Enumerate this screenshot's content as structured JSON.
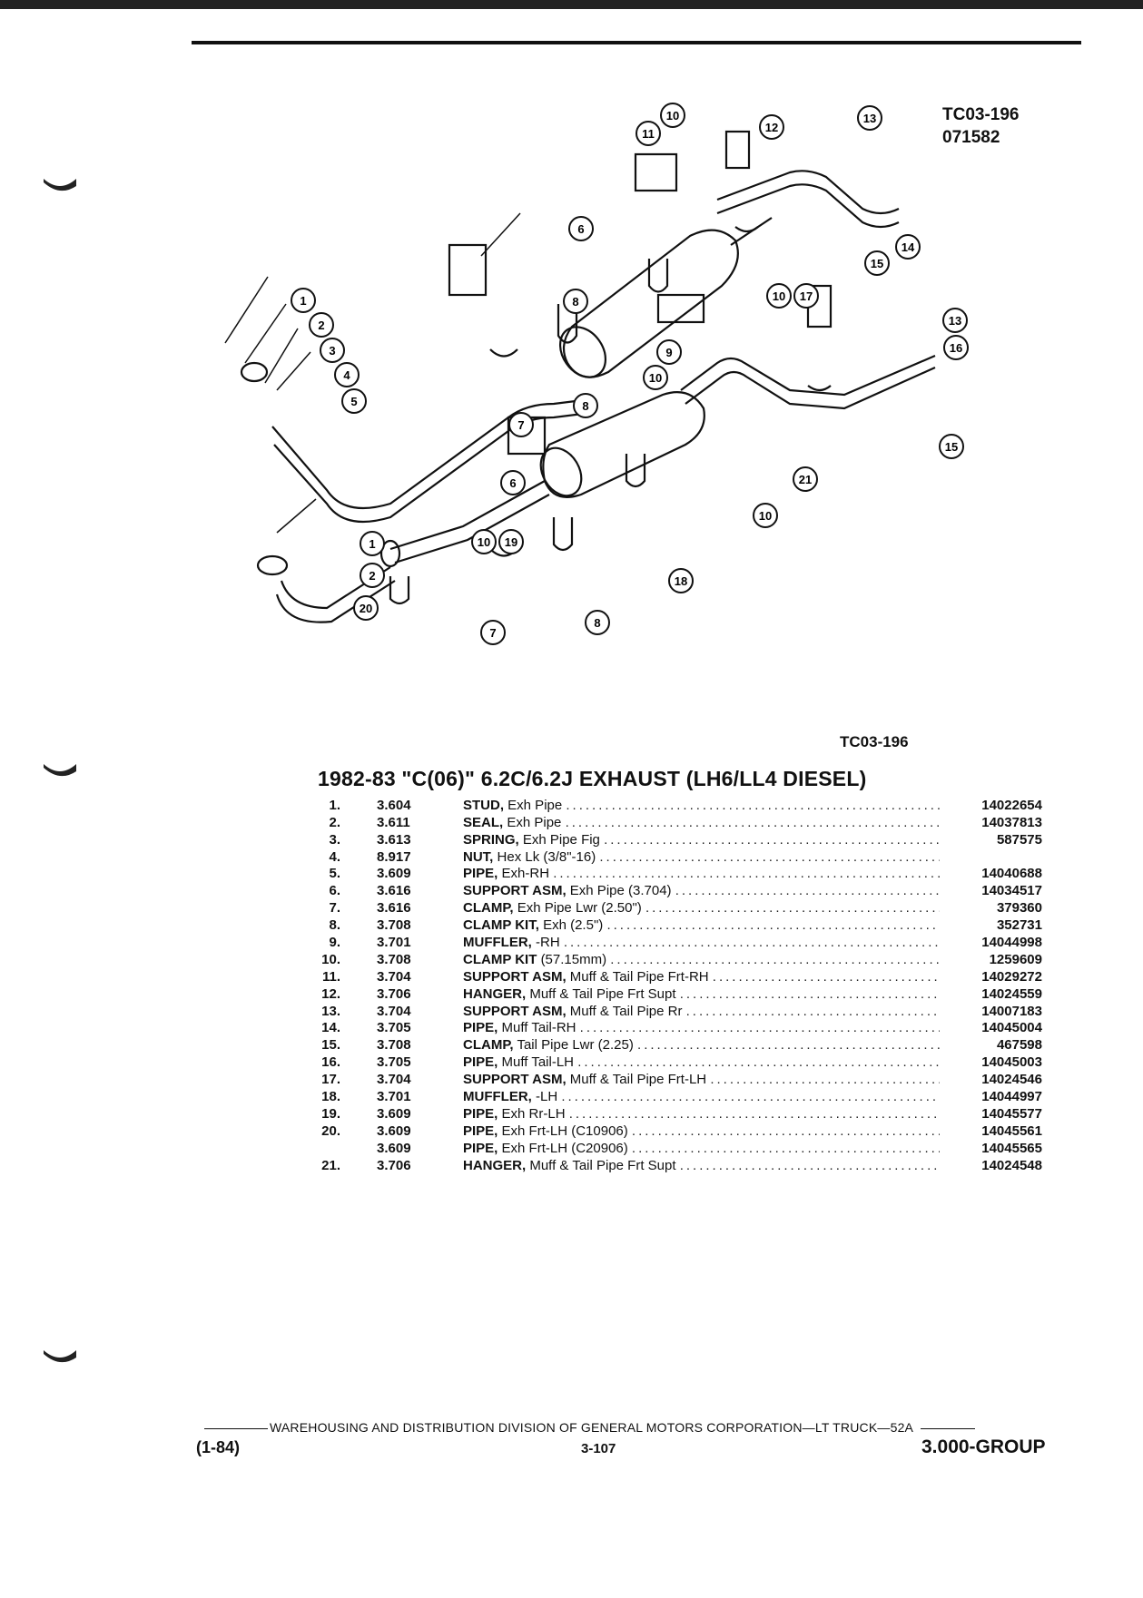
{
  "reference": {
    "code": "TC03-196",
    "date": "071582"
  },
  "diagram": {
    "caption": "TC03-196",
    "callouts": [
      "1",
      "2",
      "3",
      "4",
      "5",
      "6",
      "7",
      "8",
      "9",
      "10",
      "11",
      "12",
      "13",
      "14",
      "15",
      "16",
      "17",
      "18",
      "19",
      "20",
      "21"
    ]
  },
  "section_title": "1982-83 \"C(06)\" 6.2C/6.2J EXHAUST (LH6/LL4 DIESEL)",
  "parts": [
    {
      "item": "1.",
      "group": "3.604",
      "name": "STUD,",
      "desc": "Exh Pipe",
      "part": "14022654"
    },
    {
      "item": "2.",
      "group": "3.611",
      "name": "SEAL,",
      "desc": "Exh Pipe",
      "part": "14037813"
    },
    {
      "item": "3.",
      "group": "3.613",
      "name": "SPRING,",
      "desc": "Exh Pipe Fig",
      "part": "587575"
    },
    {
      "item": "4.",
      "group": "8.917",
      "name": "NUT,",
      "desc": "Hex Lk (3/8\"-16)",
      "part": ""
    },
    {
      "item": "5.",
      "group": "3.609",
      "name": "PIPE,",
      "desc": "Exh-RH",
      "part": "14040688"
    },
    {
      "item": "6.",
      "group": "3.616",
      "name": "SUPPORT ASM,",
      "desc": "Exh Pipe (3.704)",
      "part": "14034517"
    },
    {
      "item": "7.",
      "group": "3.616",
      "name": "CLAMP,",
      "desc": "Exh Pipe Lwr (2.50\")",
      "part": "379360"
    },
    {
      "item": "8.",
      "group": "3.708",
      "name": "CLAMP KIT,",
      "desc": "Exh (2.5\")",
      "part": "352731"
    },
    {
      "item": "9.",
      "group": "3.701",
      "name": "MUFFLER,",
      "desc": "-RH",
      "part": "14044998"
    },
    {
      "item": "10.",
      "group": "3.708",
      "name": "CLAMP KIT",
      "desc": "(57.15mm)",
      "part": "1259609"
    },
    {
      "item": "11.",
      "group": "3.704",
      "name": "SUPPORT ASM,",
      "desc": "Muff & Tail Pipe Frt-RH",
      "part": "14029272"
    },
    {
      "item": "12.",
      "group": "3.706",
      "name": "HANGER,",
      "desc": "Muff & Tail Pipe Frt Supt",
      "part": "14024559"
    },
    {
      "item": "13.",
      "group": "3.704",
      "name": "SUPPORT ASM,",
      "desc": "Muff & Tail Pipe Rr",
      "part": "14007183"
    },
    {
      "item": "14.",
      "group": "3.705",
      "name": "PIPE,",
      "desc": "Muff Tail-RH",
      "part": "14045004"
    },
    {
      "item": "15.",
      "group": "3.708",
      "name": "CLAMP,",
      "desc": "Tail Pipe Lwr (2.25)",
      "part": "467598"
    },
    {
      "item": "16.",
      "group": "3.705",
      "name": "PIPE,",
      "desc": "Muff Tail-LH",
      "part": "14045003"
    },
    {
      "item": "17.",
      "group": "3.704",
      "name": "SUPPORT ASM,",
      "desc": "Muff & Tail Pipe Frt-LH",
      "part": "14024546"
    },
    {
      "item": "18.",
      "group": "3.701",
      "name": "MUFFLER,",
      "desc": "-LH",
      "part": "14044997"
    },
    {
      "item": "19.",
      "group": "3.609",
      "name": "PIPE,",
      "desc": "Exh Rr-LH",
      "part": "14045577"
    },
    {
      "item": "20.",
      "group": "3.609",
      "name": "PIPE,",
      "desc": "Exh Frt-LH (C10906)",
      "part": "14045561"
    },
    {
      "item": "",
      "group": "3.609",
      "name": "PIPE,",
      "desc": "Exh Frt-LH (C20906)",
      "part": "14045565"
    },
    {
      "item": "21.",
      "group": "3.706",
      "name": "HANGER,",
      "desc": "Muff & Tail Pipe Frt Supt",
      "part": "14024548"
    }
  ],
  "footer": {
    "line": "WAREHOUSING AND DISTRIBUTION DIVISION OF GENERAL MOTORS CORPORATION—LT TRUCK—52A",
    "edition": "(1-84)",
    "page": "3-107",
    "group": "3.000-GROUP"
  }
}
